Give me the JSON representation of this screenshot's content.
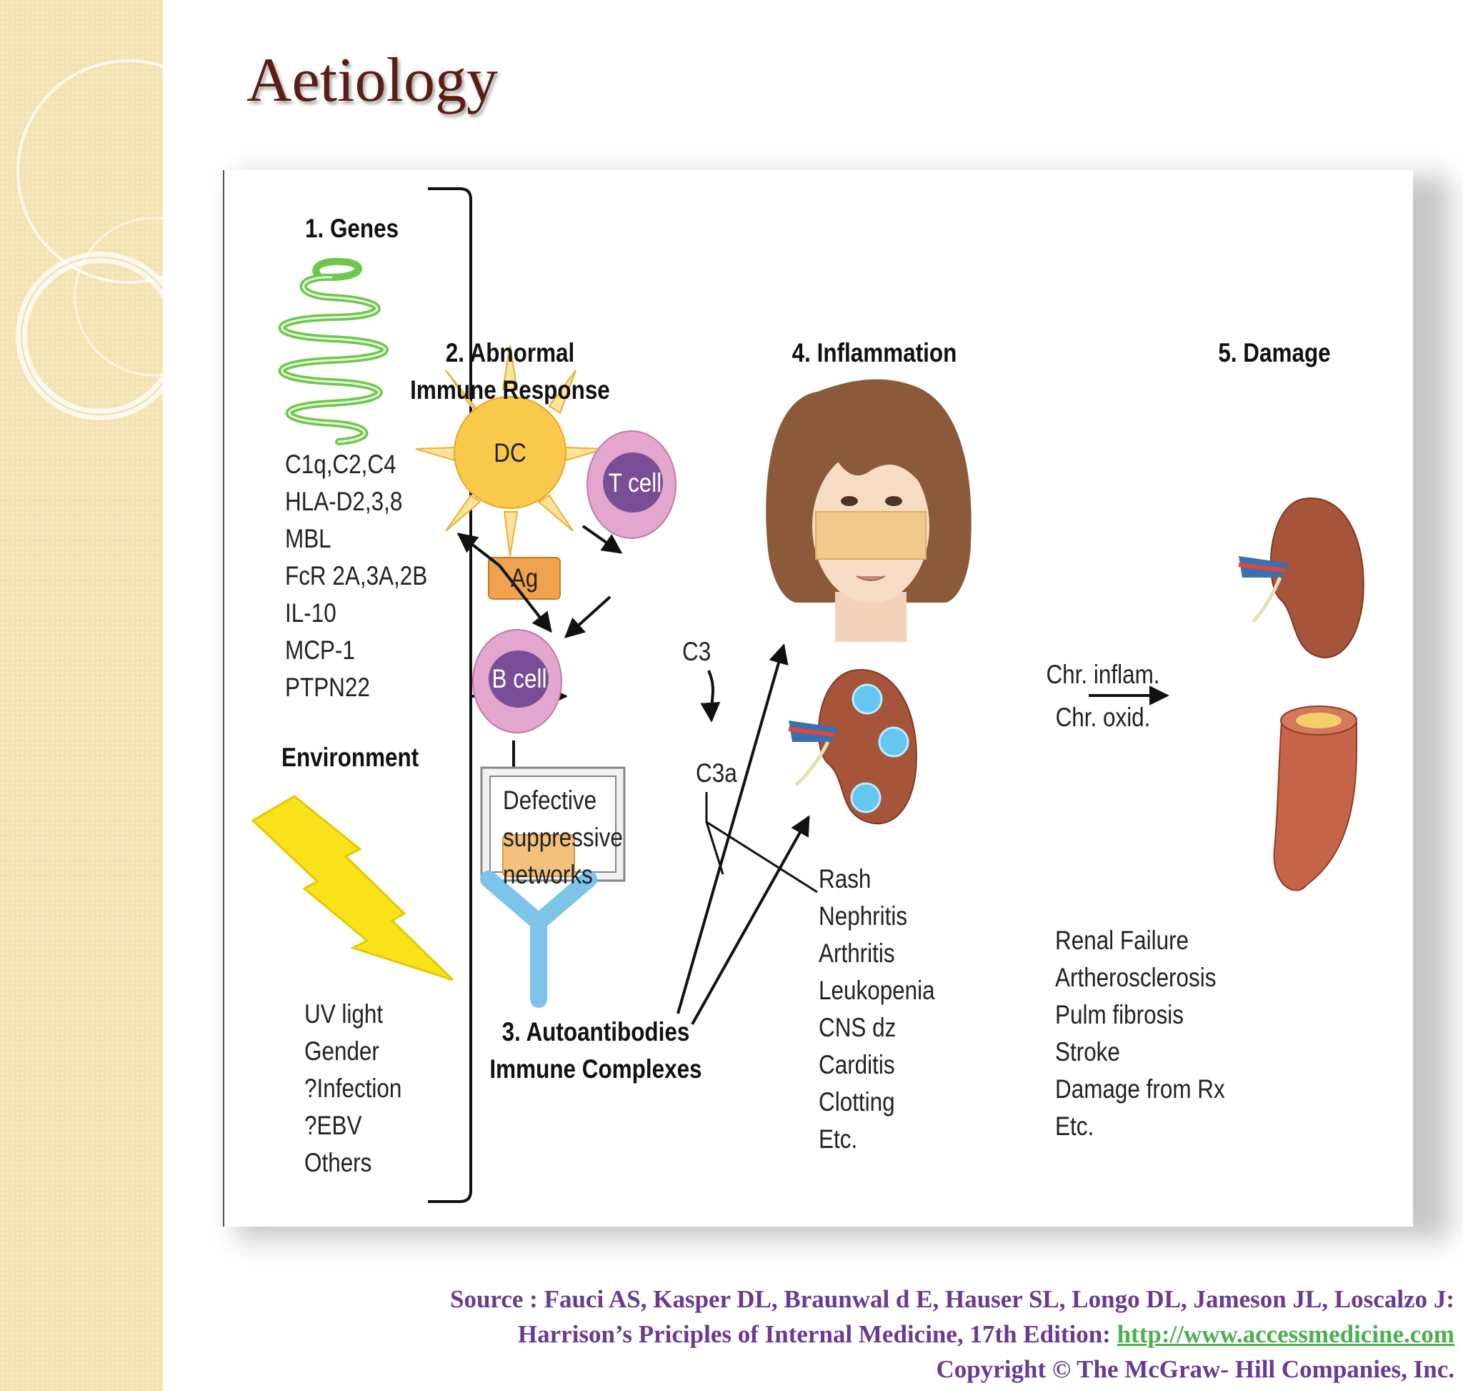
{
  "slide": {
    "title": "Aetiology"
  },
  "diagram": {
    "genes": {
      "heading": "1. Genes",
      "items": [
        "C1q,C2,C4",
        "HLA-D2,3,8",
        "MBL",
        "FcR 2A,3A,2B",
        "IL-10",
        "MCP-1",
        "PTPN22"
      ]
    },
    "environment": {
      "heading": "Environment",
      "items": [
        "UV light",
        "Gender",
        "?Infection",
        "?EBV",
        "Others"
      ]
    },
    "immune": {
      "heading_line1": "2. Abnormal",
      "heading_line2": "Immune Response",
      "ag": "Ag",
      "dc": "DC",
      "t_cell": "T cell",
      "b_cell": "B cell",
      "suppressive": [
        "Defective",
        "suppressive",
        "networks"
      ]
    },
    "complement": {
      "c3": "C3",
      "c3a": "C3a"
    },
    "autoantibodies": {
      "line1": "3. Autoantibodies",
      "line2": "Immune Complexes"
    },
    "inflammation": {
      "heading": "4. Inflammation",
      "items": [
        "Rash",
        "Nephritis",
        "Arthritis",
        "Leukopenia",
        "CNS dz",
        "Carditis",
        "Clotting",
        "Etc."
      ]
    },
    "chronic": {
      "line1": "Chr. inflam.",
      "line2": "Chr. oxid."
    },
    "damage": {
      "heading": "5. Damage",
      "items": [
        "Renal Failure",
        "Artherosclerosis",
        "Pulm fibrosis",
        "Stroke",
        "Damage from Rx",
        "Etc."
      ]
    }
  },
  "source": {
    "line1": "Source : Fauci AS, Kasper DL, Braunwal d E, Hauser SL, Longo DL, Jameson JL, Loscalzo J:",
    "line2_prefix": "Harrison’s Priciples of Internal Medicine, 17th Edition: ",
    "link": "http://www.accessmedicine.com",
    "line3": "Copyright © The McGraw- Hill Companies, Inc."
  },
  "colors": {
    "title": "#5c1d14",
    "source_text": "#6a3a93",
    "link": "#4caf50",
    "side_band": "#f3e3b3",
    "dc": "#f8c94a",
    "cell": "#e3a6cc",
    "nucleus": "#7a4e96",
    "ag": "#f0a24d",
    "antibody": "#7cc4e8",
    "kidney": "#a6553a",
    "lightning": "#f8e31a",
    "gene": "#6cc84b"
  }
}
